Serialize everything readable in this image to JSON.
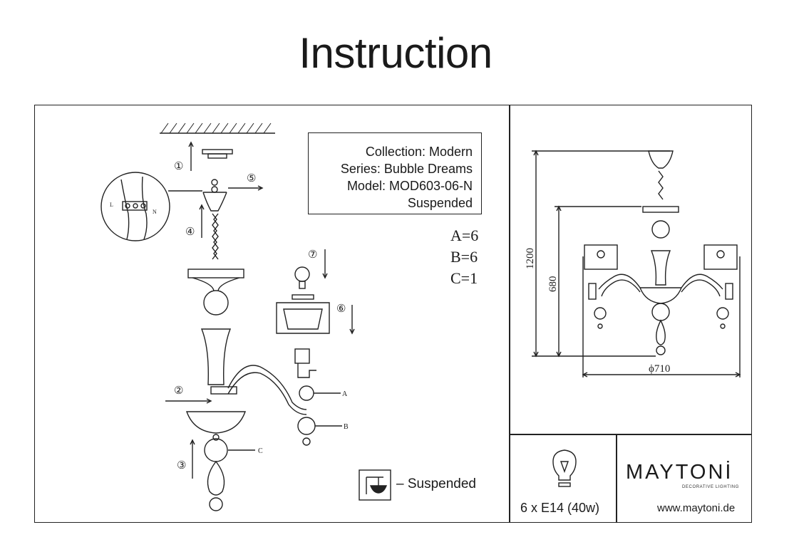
{
  "title": "Instruction",
  "info": {
    "collection": "Collection: Modern",
    "series": "Series: Bubble Dreams",
    "model": "Model: MOD603-06-N",
    "mount": "Suspended"
  },
  "counts": [
    "A=6",
    "B=6",
    "C=1"
  ],
  "steps": [
    "①",
    "②",
    "③",
    "④",
    "⑤",
    "⑥",
    "⑦"
  ],
  "part_labels": [
    "A",
    "B",
    "C"
  ],
  "wiring_labels": [
    "L",
    "N"
  ],
  "dimensions": {
    "total_height": "1200",
    "body_height": "680",
    "diameter": "ϕ710"
  },
  "legend": {
    "label": "– Suspended",
    "icon": "suspended-mount-icon"
  },
  "lamp": {
    "spec": "6 x E14 (40w)",
    "icon": "light-bulb-icon"
  },
  "brand": {
    "name": "MAYTONİ",
    "tagline": "DECORATIVE LIGHTING",
    "url": "www.maytoni.de"
  }
}
